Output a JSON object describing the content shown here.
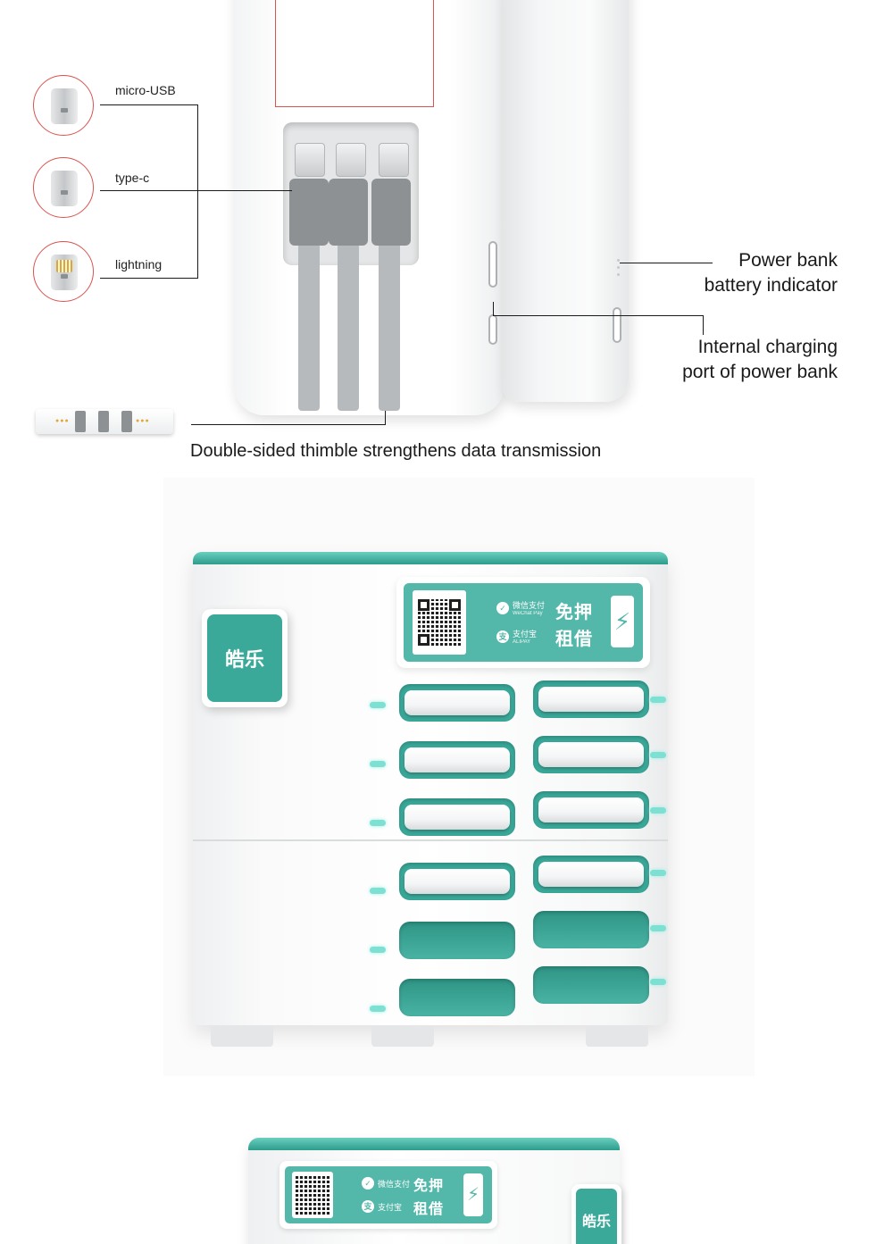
{
  "power_bank": {
    "connectors": [
      {
        "label": "micro-USB",
        "icon": "micro-usb-icon"
      },
      {
        "label": "type-c",
        "icon": "type-c-icon"
      },
      {
        "label": "lightning",
        "icon": "lightning-icon"
      }
    ],
    "callouts": {
      "battery_indicator": [
        "Power bank",
        "battery indicator"
      ],
      "charging_port": [
        "Internal charging",
        "port of power bank"
      ]
    },
    "caption": "Double-sided thimble strengthens data transmission"
  },
  "station": {
    "brand": "皓乐",
    "ad": {
      "wechat": "微信支付",
      "wechat_en": "WeChat Pay",
      "alipay": "支付宝",
      "alipay_en": "ALIPAY",
      "free_line1": "免押",
      "free_line2": "租借"
    },
    "accent_color": "#3aa99a",
    "slots": {
      "total": 12,
      "occupied": 8,
      "empty": 4
    }
  }
}
